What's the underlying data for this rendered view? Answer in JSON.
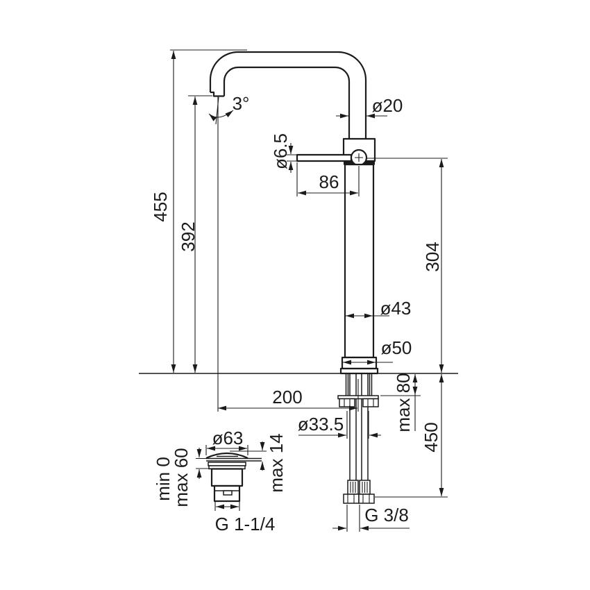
{
  "drawing": {
    "title": "Tall single-lever basin mixer – dimensional drawing",
    "colors": {
      "line": "#1b1b1b",
      "background": "#ffffff"
    },
    "dimensions": {
      "total_height": "455",
      "spout_outlet_height": "392",
      "body_height": "304",
      "spout_angle": "3°",
      "spout_tube_diameter": "ø20",
      "lever_diameter": "ø6.5",
      "lever_length": "86",
      "body_diameter": "ø43",
      "base_diameter": "ø50",
      "spout_reach": "200",
      "deck_hole_diameter": "ø33.5",
      "max_deck_thickness": "max 80",
      "hose_length": "450",
      "waste_cap_diameter": "ø63",
      "waste_cap_height": "max 14",
      "waste_deck_min": "min 0",
      "waste_deck_max": "max 60",
      "waste_thread": "G 1-1/4",
      "hose_thread": "G 3/8"
    }
  }
}
